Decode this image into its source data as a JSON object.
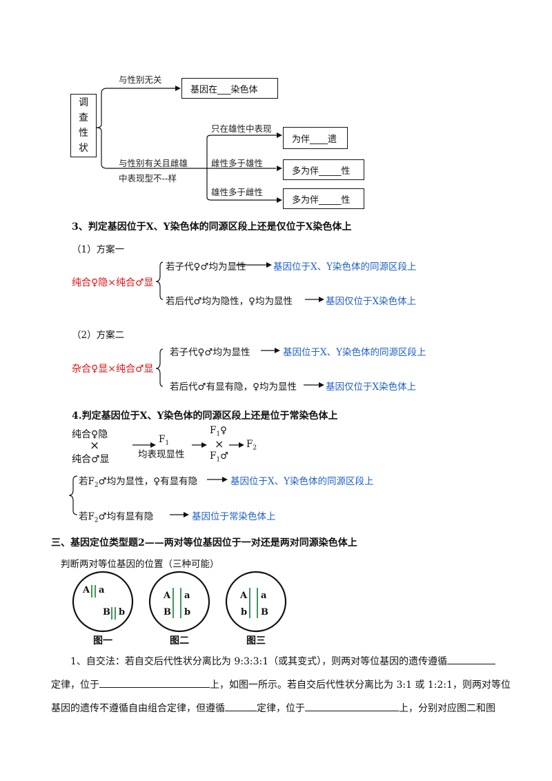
{
  "diagram1": {
    "box_vertical": [
      "调",
      "查",
      "性",
      "状"
    ],
    "branch_unrelated": "与性别无关",
    "box_autosome": "基因在___染色体",
    "branch_related_1": "与性别有关且雌雄",
    "branch_related_2": "中表现型不--样",
    "sub_male_only": "只在雄性中表现",
    "box_companion": "为伴____遗",
    "sub_female_more": "雌性多于雄性",
    "box_female": "多为伴_____性",
    "sub_male_more": "雄性多于雌性",
    "box_male": "多为伴_____性"
  },
  "section3": {
    "heading": "3、判定基因位于X、Y染色体的同源区段上还是仅位于X染色体上",
    "plan1": {
      "label": "（1）方案一",
      "cross": "纯合♀隐×纯合♂显",
      "cond1": "若子代♀♂均为显性",
      "res1": "基因位于X、Y染色体的同源区段上",
      "cond2": "若后代♂均为隐性，♀均为显性",
      "res2": "基因仅位于X染色体上"
    },
    "plan2": {
      "label": "（2）方案二",
      "cross": "杂合♀显×纯合♂显",
      "cond1": "若子代♀♂均为显性",
      "res1": "基因位于X、Y染色体的同源区段上",
      "cond2": "若后代♂有显有隐，♀均为显性",
      "res2": "基因仅位于X染色体上"
    }
  },
  "section4": {
    "heading": "4.判定基因位于X、Y染色体的同源区段上还是位于常染色体上",
    "p_female": "纯合♀隐",
    "cross_sign": "×",
    "p_male": "纯合♂显",
    "f1": "F",
    "f1_sub": "1",
    "f1_desc": "均表现显性",
    "f1_female": "♀",
    "f1_male": "♂",
    "f2": "F",
    "f2_sub": "2",
    "cond1_a": "若F",
    "cond1_sub": "2",
    "cond1_b": "♂均为显性，♀有显有隐",
    "res1": "基因位于X、Y染色体的同源区段上",
    "cond2_a": "若F",
    "cond2_sub": "2",
    "cond2_b": "♂均有显有隐",
    "res2": "基因位于常染色体上"
  },
  "section_three": {
    "heading": "三、基因定位类型题2——两对等位基因位于一对还是两对同源染色体上",
    "intro": "判断两对等位基因的位置（三种可能）",
    "figures": [
      {
        "caption": "图一",
        "top_left": "A",
        "top_right": "a",
        "bottom_left": "B",
        "bottom_right": "b"
      },
      {
        "caption": "图二",
        "top_left": "A",
        "top_right": "a",
        "bottom_left": "B",
        "bottom_right": "b"
      },
      {
        "caption": "图三",
        "top_left": "A",
        "top_right": "a",
        "bottom_left": "b",
        "bottom_right": "B"
      }
    ],
    "p_line1": "1、自交法：若自交后代性状分离比为 9:3:3:1（或其变式），则两对等位基因的遗传遵循",
    "p_line2a": "定律，位于",
    "p_line2b": "上，如图一所示。若自交后代性状分离比为 3:1 或 1:2:1，则两对等位",
    "p_line3a": "基因的遗传不遵循自由组合定律，但遵循",
    "p_line3b": "定律，位于",
    "p_line3c": "上，分别对应图二和图"
  },
  "colors": {
    "red": "#e01010",
    "blue": "#2060c8",
    "chromosome": "#2a8a4a"
  }
}
